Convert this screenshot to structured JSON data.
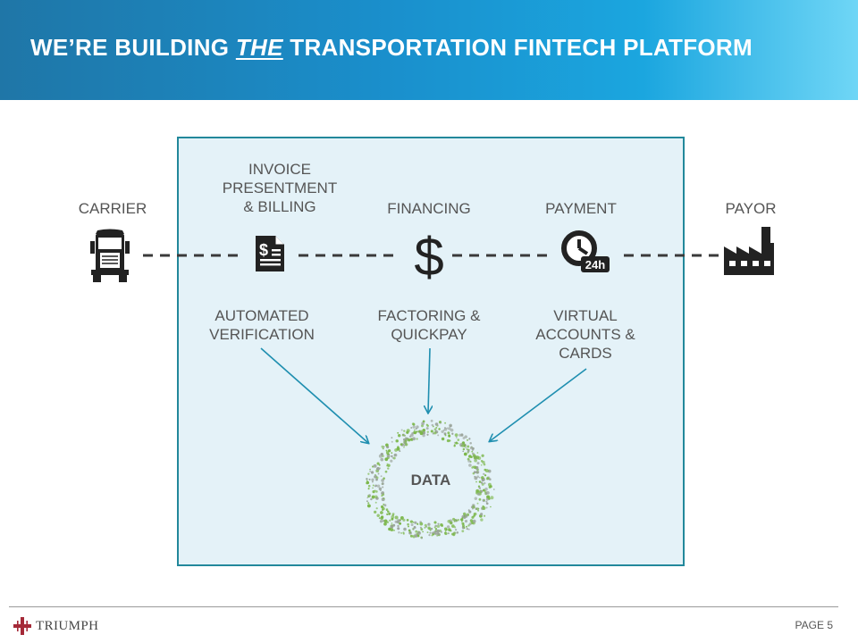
{
  "header": {
    "title_before": "WE’RE BUILDING ",
    "title_emphasis": "THE",
    "title_after": " TRANSPORTATION  FINTECH PLATFORM",
    "gradient_colors": [
      "#1f76a7",
      "#1a8fcc",
      "#1ba6df",
      "#6fd6f6"
    ]
  },
  "flow": {
    "carrier_label": "CARRIER",
    "invoice_label": "INVOICE\nPRESENTMENT\n& BILLING",
    "financing_label": "FINANCING",
    "payment_label": "PAYMENT",
    "payor_label": "PAYOR"
  },
  "services": {
    "verification_label": "AUTOMATED\nVERIFICATION",
    "factoring_label": "FACTORING &\nQUICKPAY",
    "virtual_label": "VIRTUAL\nACCOUNTS &\nCARDS"
  },
  "data_hub": {
    "label": "DATA"
  },
  "icons": {
    "carrier": "truck-icon",
    "invoice": "invoice-document-icon",
    "financing": "dollar-icon",
    "payment": "clock-24h-icon",
    "payor": "factory-icon"
  },
  "payment_badge": "24h",
  "financing_symbol": "$",
  "colors": {
    "panel_fill": "#e4f2f8",
    "panel_border": "#22889b",
    "arrow": "#1f8fb0",
    "ring_green": "#7ab648",
    "ring_gray": "#9aa39a"
  },
  "footer": {
    "logo_text": "TRIUMPH",
    "page_label": "PAGE 5"
  }
}
